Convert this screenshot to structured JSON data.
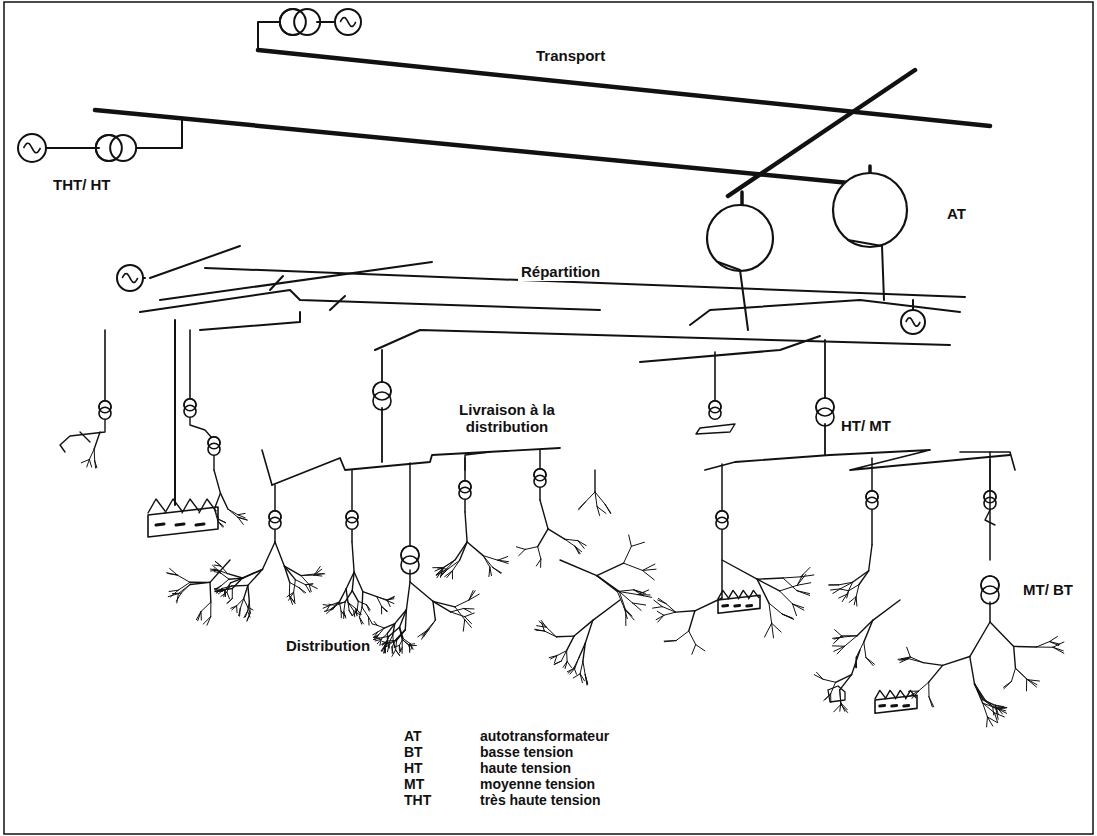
{
  "diagram": {
    "labels": [
      "Transport",
      "THT/ HT",
      "AT",
      "Répartition",
      "Livraison à la distribution",
      "HT/ MT",
      "MT/ BT",
      "Distribution",
      "AT",
      "autotransformateur",
      "BT",
      "basse tension",
      "HT",
      "haute tension",
      "MT",
      "moyenne tension",
      "THT",
      "très haute tension"
    ]
  }
}
